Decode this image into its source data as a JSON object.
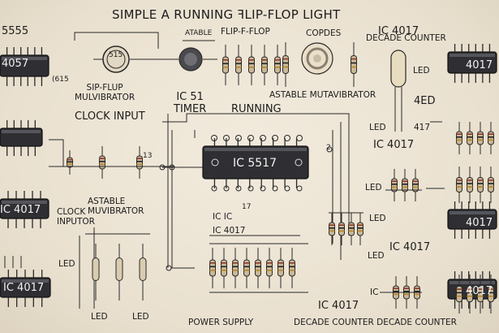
{
  "title": "SIMPLE A RUNNING ꟻLIP-FLOP LIGHT",
  "labels": {
    "top_left_5555": "5555",
    "ic_4057": "4057",
    "num_615": "(615",
    "flipflop_mult": "SIP-FLUP\nMULVIBRATOR",
    "clock_input": "CLOCK INPUT",
    "ic_4017_left": "IC 4017",
    "astable_left": "ASTABLE\nMUVIBRATOR",
    "clock_inputor": "CLOCK\nINPUTOR",
    "led_left_a": "LED",
    "ic_4017_left_bottom": "IC 4017",
    "led_bottom_a": "LED",
    "led_bottom_b": "LED",
    "astable_top": "ATABLE",
    "flip_ff_flop": "FLIP-F-FLOP",
    "codes": "COPDES",
    "ic_4017_top": "IC 4017",
    "decade_counter_top": "DECADE COUNTER",
    "ic_51_timer": "IC 51\nTIMER",
    "running": "RUNNING",
    "astable_mutavibrator": "ASTABLE MUTAVIBRATOR",
    "ic_5517": "IC 5517",
    "ic_ic": "IC  IC",
    "ic_4017_mid": "IC  4017",
    "power_supply": "POWER SUPPLY",
    "ic_4017_right_bottom": "IC 4017",
    "decade_counter_bottom": "DECADE COUNTER DECADE COUNTER",
    "led_right_a": "LED",
    "ic_4017_right_mid": "IC 4017",
    "led_right_b": "LED",
    "led_right_c": "LED",
    "ic_4017_right_lower": "IC 4017",
    "led_right_d": "LED",
    "led_right_e": "LED",
    "n_4ed": "4ED",
    "n_417": "417",
    "n_13": "13",
    "n_2": "2",
    "n_17": "17",
    "ic_right_bottom_small": "IC",
    "dial_515": "515",
    "chip_4017_right": "4017",
    "chip_4017_right_mid": "4017",
    "chip_4017_left_mid": "4017",
    "chip_4017_left_bot": "4017"
  }
}
